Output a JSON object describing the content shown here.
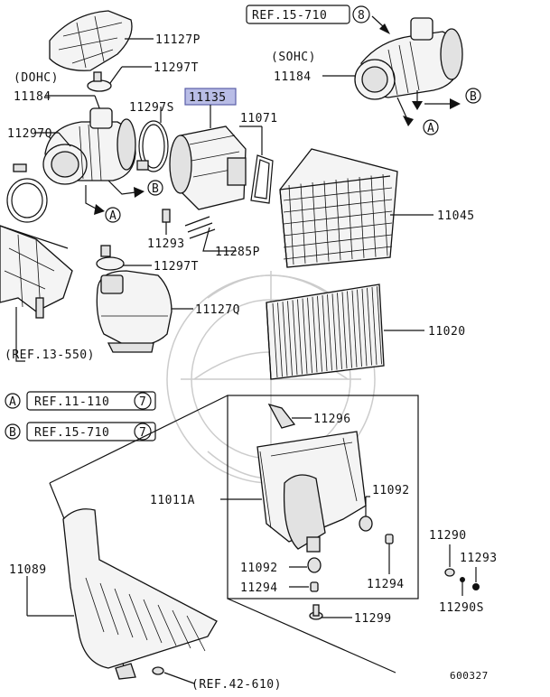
{
  "diagram": {
    "part_labels": {
      "p11127P": "11127P",
      "p11297T_top": "11297T",
      "p11184_dohc": "11184",
      "p11297S": "11297S",
      "p11135": "11135",
      "p11071": "11071",
      "p11297Q": "11297Q",
      "p11184_sohc": "11184",
      "p11045": "11045",
      "p11293_left": "11293",
      "p11285P": "11285P",
      "p11297T_low": "11297T",
      "p11127Q": "11127Q",
      "p11020": "11020",
      "p11296": "11296",
      "p11011A": "11011A",
      "p11092_right": "11092",
      "p11092_left": "11092",
      "p11294_left": "11294",
      "p11294_right": "11294",
      "p11290": "11290",
      "p11293_right": "11293",
      "p11290S": "11290S",
      "p11299": "11299",
      "p11089": "11089"
    },
    "engine_labels": {
      "dohc": "(DOHC)",
      "sohc": "(SOHC)"
    },
    "refs": {
      "ref_15_710_top": "REF.15-710",
      "ref_15_710_top_num": "8",
      "ref_13_550": "(REF.13-550)",
      "ref_11_110": "REF.11-110",
      "ref_11_110_num": "7",
      "ref_15_710": "REF.15-710",
      "ref_15_710_num": "7",
      "ref_42_610": "(REF.42-610)"
    },
    "markers": {
      "a": "A",
      "b": "B"
    },
    "diagram_id": "600327",
    "colors": {
      "highlight_fill": "#b9bde6",
      "highlight_stroke": "#5a5fa8",
      "line": "#111111"
    }
  }
}
